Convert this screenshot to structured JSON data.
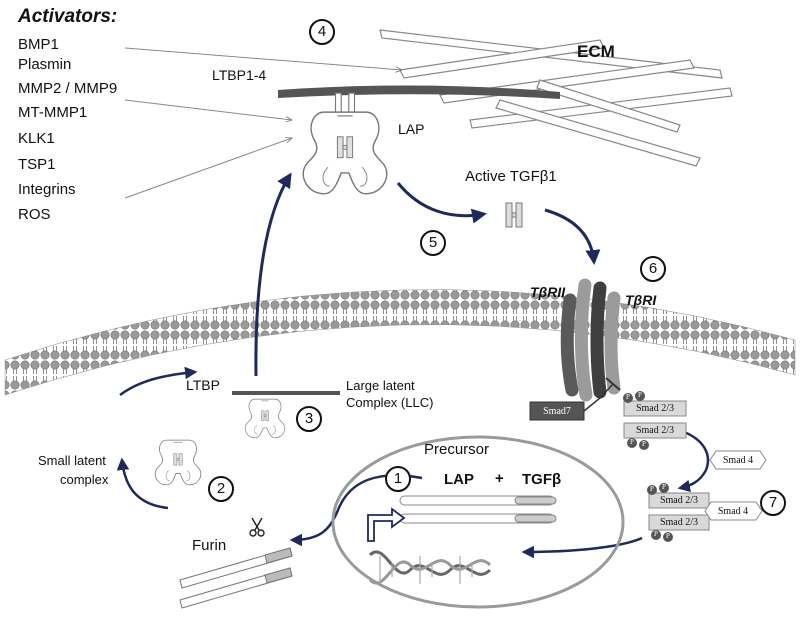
{
  "activators": {
    "title": "Activators:",
    "items": [
      "BMP1",
      "Plasmin",
      "MMP2 / MMP9",
      "MT-MMP1",
      "KLK1",
      "TSP1",
      "Integrins",
      "ROS"
    ]
  },
  "labels": {
    "ecm": "ECM",
    "ltbp14": "LTBP1-4",
    "lap_top": "LAP",
    "active_tgfb1": "Active TGFβ1",
    "tbrii": "TβRII",
    "tbri": "TβRI",
    "ltbp": "LTBP",
    "llc_line1": "Large latent",
    "llc_line2": "Complex (LLC)",
    "slc_line1": "Small latent",
    "slc_line2": "complex",
    "furin": "Furin",
    "precursor": "Precursor",
    "lap_bottom": "LAP",
    "plus": "+",
    "tgfb": "TGFβ",
    "smad7": "Smad7",
    "smad4": "Smad 4",
    "smad23": "Smad 2/3",
    "p": "P"
  },
  "steps": [
    "1",
    "2",
    "3",
    "4",
    "5",
    "6",
    "7"
  ],
  "colors": {
    "pathway_arrow": "#1f2a5c",
    "membrane_head": "#9a9a9a",
    "ltbp_bar": "#555555",
    "receptor_dark": "#444444",
    "receptor_light": "#9b9b9b",
    "nucleus_border": "#9a9a9a"
  }
}
